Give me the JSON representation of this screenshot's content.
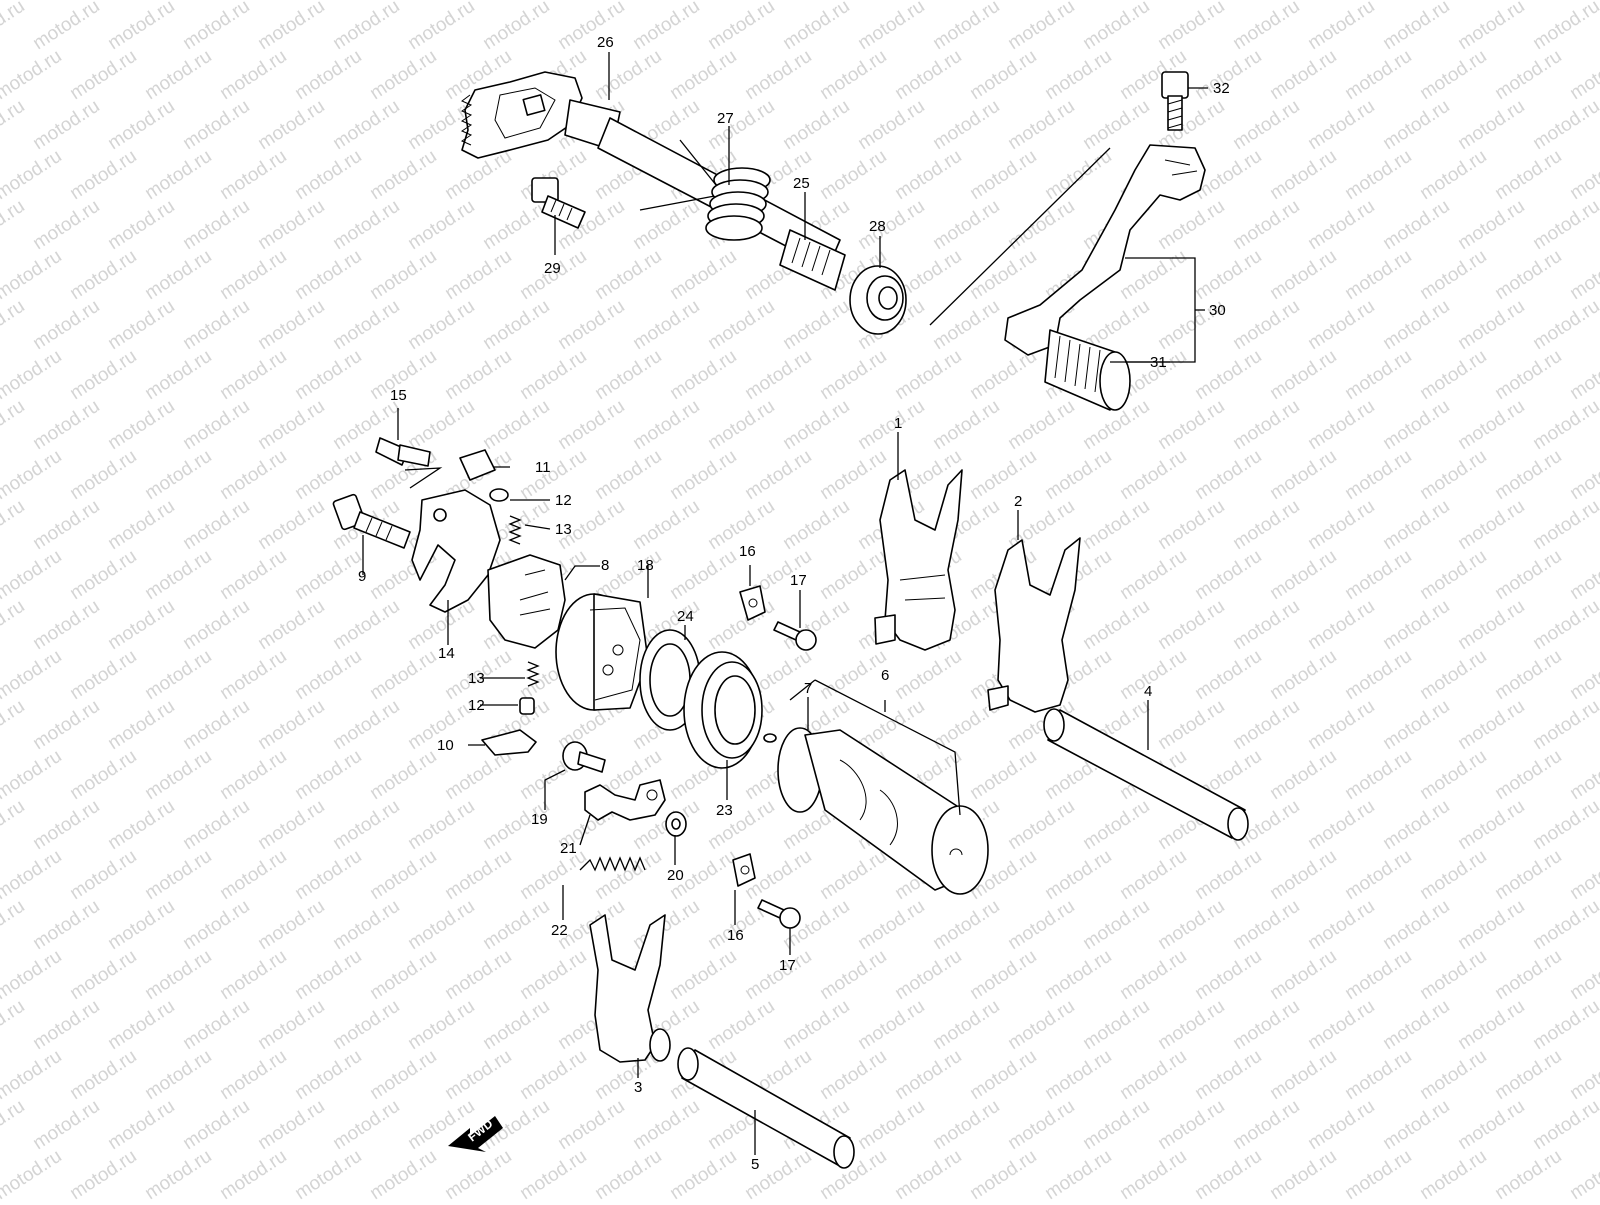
{
  "watermark": "motod.ru",
  "fwd_label": "FWD",
  "parts": {
    "p1": "1",
    "p2": "2",
    "p3": "3",
    "p4": "4",
    "p5": "5",
    "p6": "6",
    "p7": "7",
    "p8": "8",
    "p9": "9",
    "p10": "10",
    "p11": "11",
    "p12a": "12",
    "p12b": "12",
    "p13a": "13",
    "p13b": "13",
    "p14": "14",
    "p15": "15",
    "p16a": "16",
    "p16b": "16",
    "p17a": "17",
    "p17b": "17",
    "p18": "18",
    "p19": "19",
    "p20": "20",
    "p21": "21",
    "p22": "22",
    "p23": "23",
    "p24": "24",
    "p25": "25",
    "p26": "26",
    "p27": "27",
    "p28": "28",
    "p29": "29",
    "p30": "30",
    "p31": "31",
    "p32": "32"
  }
}
